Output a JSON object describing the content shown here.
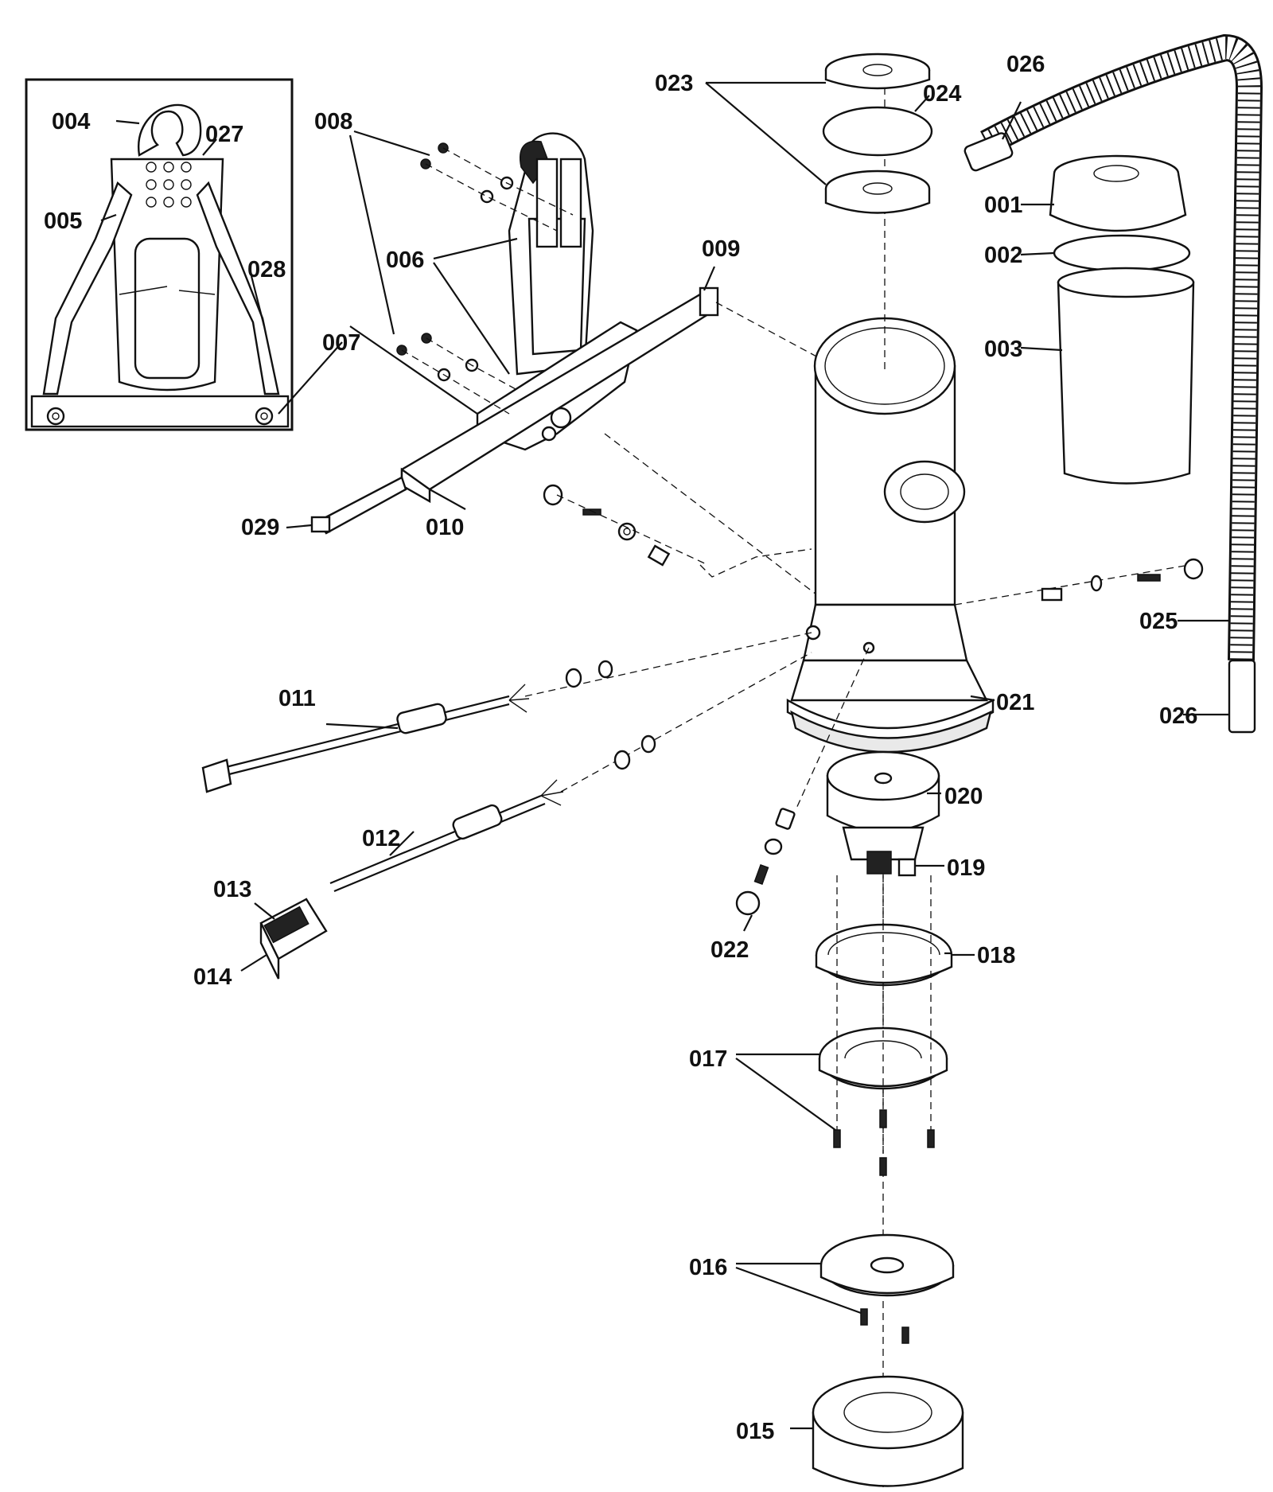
{
  "labels": {
    "p001": "001",
    "p002": "002",
    "p003": "003",
    "p004": "004",
    "p005": "005",
    "p006": "006",
    "p007": "007",
    "p008": "008",
    "p009": "009",
    "p010": "010",
    "p011": "011",
    "p012": "012",
    "p013": "013",
    "p014": "014",
    "p015": "015",
    "p016": "016",
    "p017": "017",
    "p018": "018",
    "p019": "019",
    "p020": "020",
    "p021": "021",
    "p022": "022",
    "p023": "023",
    "p024": "024",
    "p025": "025",
    "p026a": "026",
    "p026b": "026",
    "p027": "027",
    "p028": "028",
    "p029": "029"
  }
}
